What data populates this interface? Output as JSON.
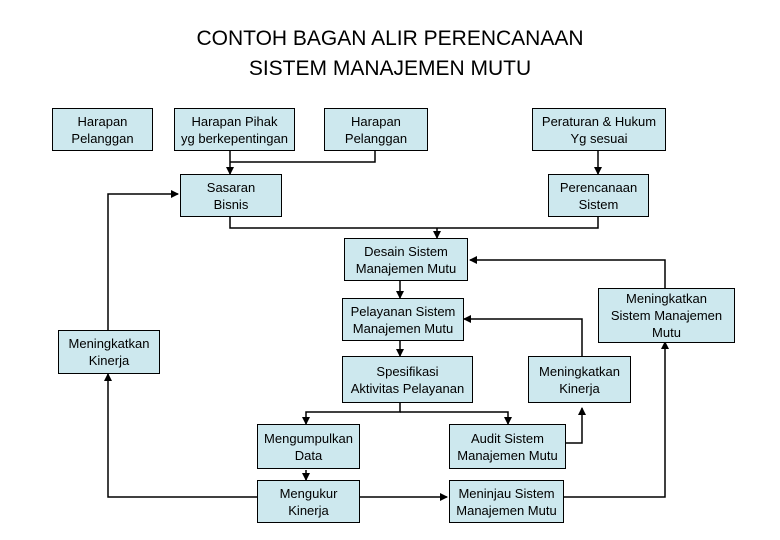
{
  "title": {
    "line1": "CONTOH BAGAN ALIR PERENCANAAN",
    "line2": "SISTEM MANAJEMEN MUTU"
  },
  "nodes": {
    "harapan_pelanggan_1": "Harapan\nPelanggan",
    "harapan_pihak": "Harapan Pihak\nyg berkepentingan",
    "harapan_pelanggan_2": "Harapan\nPelanggan",
    "peraturan_hukum": "Peraturan & Hukum\nYg sesuai",
    "sasaran_bisnis": "Sasaran\nBisnis",
    "perencanaan_sistem": "Perencanaan\nSistem",
    "desain_sistem": "Desain Sistem\nManajemen Mutu",
    "meningkatkan_sistem": "Meningkatkan\nSistem Manajemen\nMutu",
    "pelayanan_sistem": "Pelayanan Sistem\nManajemen Mutu",
    "meningkatkan_kinerja_left": "Meningkatkan\nKinerja",
    "spesifikasi": "Spesifikasi\nAktivitas Pelayanan",
    "meningkatkan_kinerja_right": "Meningkatkan\nKinerja",
    "mengumpulkan_data": "Mengumpulkan\nData",
    "audit_sistem": "Audit Sistem\nManajemen Mutu",
    "mengukur_kinerja": "Mengukur\nKinerja",
    "meninjau_sistem": "Meninjau Sistem\nManajemen Mutu"
  }
}
